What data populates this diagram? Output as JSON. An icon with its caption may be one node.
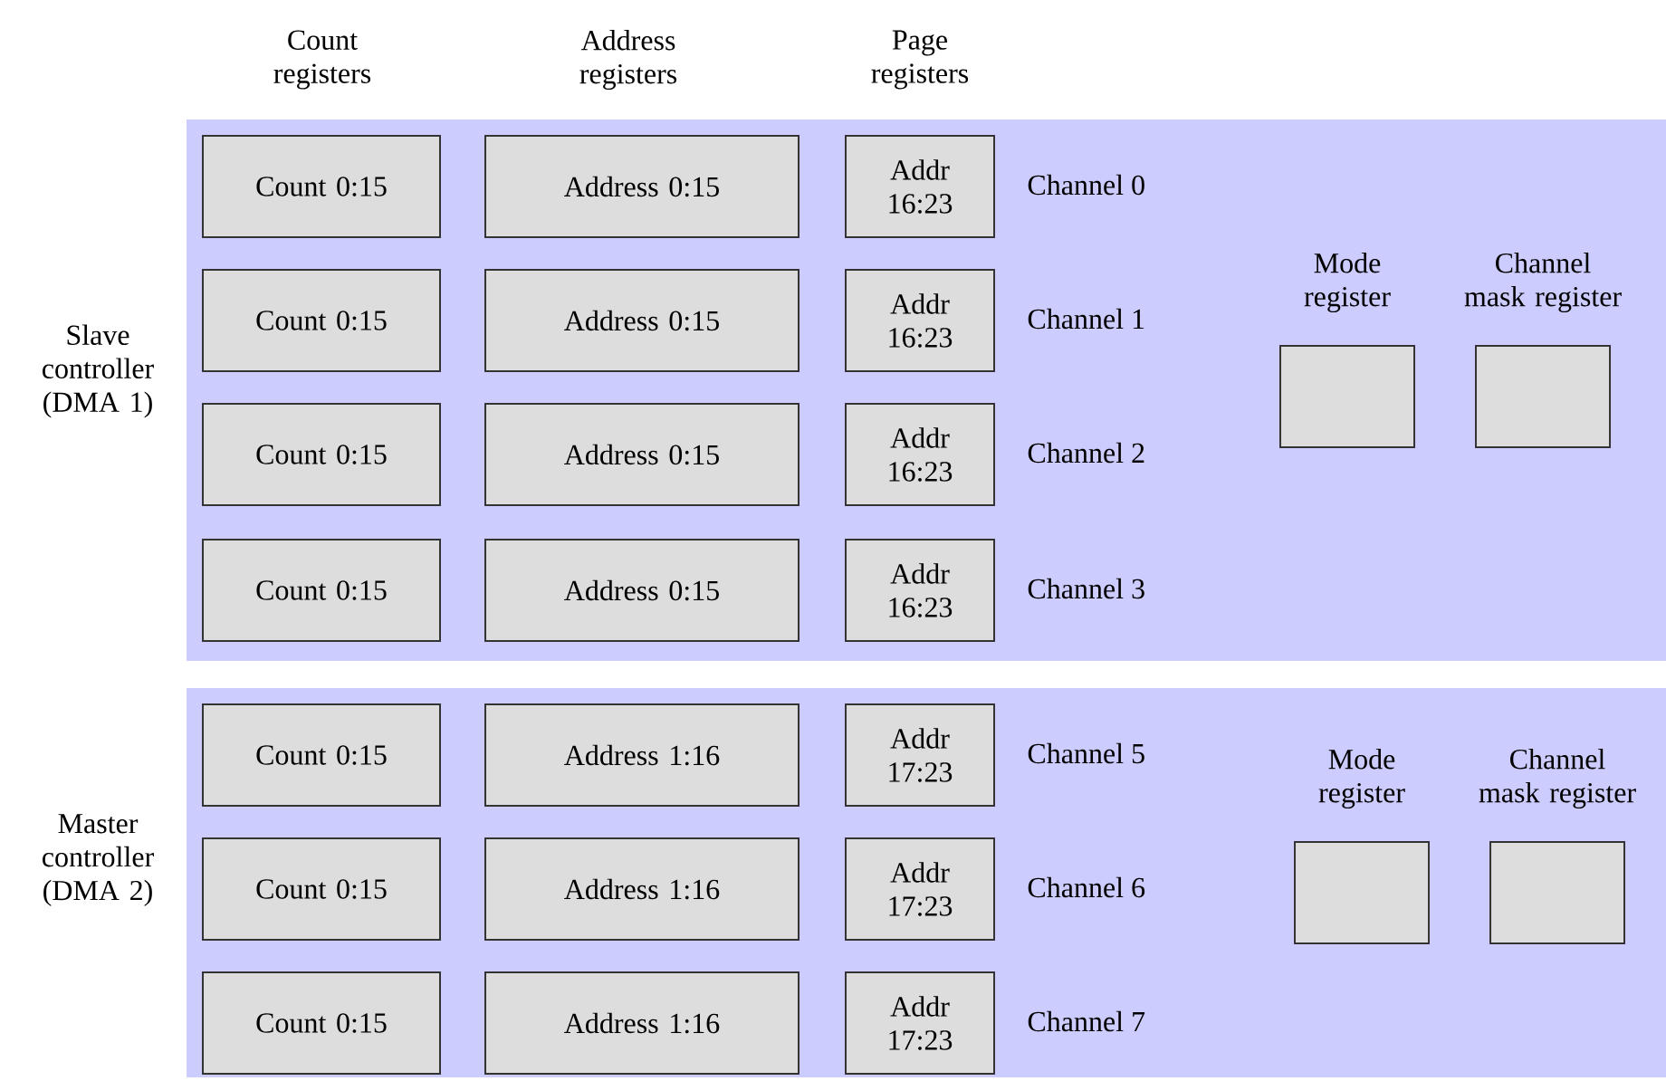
{
  "diagram": {
    "nodes": [
      {
        "text": [
          "Slave controller (DMA 1)"
        ]
      },
      {
        "text": [
          "Count 0:15"
        ],
        "in": 0
      },
      {
        "text": [
          "Address 0:15"
        ],
        "in": 0
      },
      {
        "text": [
          "Addr 16:23"
        ],
        "in": 0
      },
      {
        "text": [
          "Count 0:15"
        ],
        "in": 0
      },
      {
        "text": [
          "Address 0:15"
        ],
        "in": 0
      },
      {
        "text": [
          "Addr 16:23"
        ],
        "in": 0
      },
      {
        "text": [
          "Count 0:15"
        ],
        "in": 0
      },
      {
        "text": [
          "Address 0:15"
        ],
        "in": 0
      },
      {
        "text": [
          "Addr 16:23"
        ],
        "in": 0
      },
      {
        "text": [
          "Count 0:15"
        ],
        "in": 0
      },
      {
        "text": [
          "Address 0:15"
        ],
        "in": 0
      },
      {
        "text": [
          "Addr 16:23"
        ],
        "in": 0
      },
      {
        "text": [
          "Mode register"
        ],
        "in": 0
      },
      {
        "text": [
          "Channel mask register"
        ],
        "in": 0
      },
      {
        "text": [
          "Master controller (DMA 2)"
        ]
      },
      {
        "text": [
          "Count 0:15"
        ],
        "in": 15
      },
      {
        "text": [
          "Address 1:16"
        ],
        "in": 15
      },
      {
        "text": [
          "Addr 17:23"
        ],
        "in": 15
      },
      {
        "text": [
          "Count 0:15"
        ],
        "in": 15
      },
      {
        "text": [
          "Address 1:16"
        ],
        "in": 15
      },
      {
        "text": [
          "Addr 17:23"
        ],
        "in": 15
      },
      {
        "text": [
          "Count 0:15"
        ],
        "in": 15
      },
      {
        "text": [
          "Address 1:16"
        ],
        "in": 15
      },
      {
        "text": [
          "Addr 17:23"
        ],
        "in": 15
      },
      {
        "text": [
          "Mode register"
        ],
        "in": 15
      },
      {
        "text": [
          "Channel mask register"
        ],
        "in": 15
      }
    ],
    "labels": [
      "Count registers",
      "Address registers",
      "Page registers",
      "Channel 0",
      "Channel 1",
      "Channel 2",
      "Channel 3",
      "Channel 5",
      "Channel 6",
      "Channel 7"
    ]
  }
}
